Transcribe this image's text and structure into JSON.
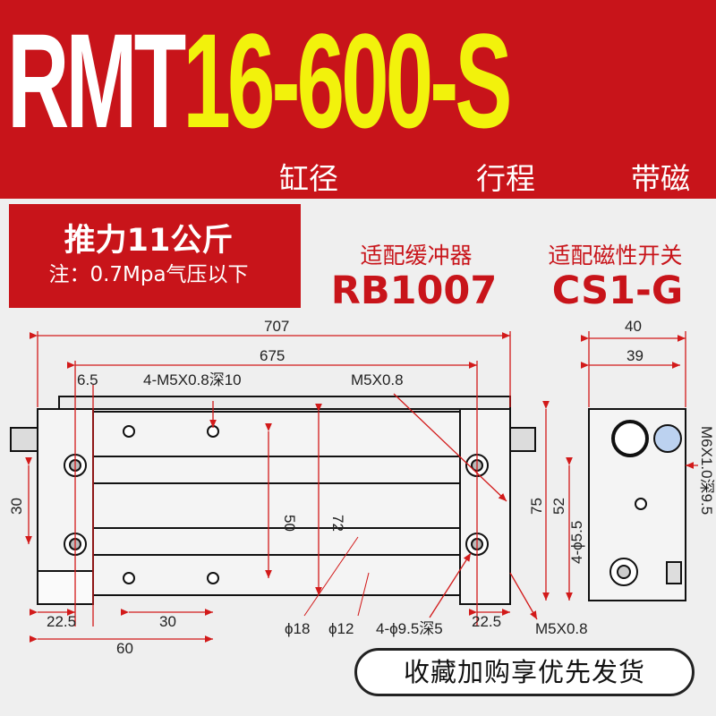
{
  "title": {
    "prefix": "RMT",
    "rest": "16-600-S"
  },
  "captions": {
    "bore": "缸径",
    "stroke": "行程",
    "magnetic": "带磁"
  },
  "info": {
    "force": "推力11公斤",
    "pressure_note": "注：0.7Mpa气压以下"
  },
  "buffer": {
    "label": "适配缓冲器",
    "model": "RB1007"
  },
  "switch": {
    "label": "适配磁性开关",
    "model": "CS1-G"
  },
  "dimensions": {
    "d707": "707",
    "d675": "675",
    "d6_5": "6.5",
    "d4m5": "4-M5X0.8深10",
    "dm5": "M5X0.8",
    "d30": "30",
    "d50": "50",
    "d72": "72",
    "d22_5_left": "22.5",
    "d30_bottom": "30",
    "d60": "60",
    "dphi18": "ϕ18",
    "dphi12": "ϕ12",
    "d4phi95": "4-ϕ9.5深5",
    "d22_5_right": "22.5",
    "dm5_bottom": "M5X0.8",
    "d40": "40",
    "d39": "39",
    "d75": "75",
    "d52": "52",
    "d4phi55": "4-ϕ5.5",
    "dm6": "M6X1.0深9.5"
  },
  "colors": {
    "brand_red": "#c8141a",
    "title_yellow": "#f2f20c",
    "dimension_red": "#d21a1a"
  },
  "cta": {
    "label": "收藏加购享优先发货"
  }
}
